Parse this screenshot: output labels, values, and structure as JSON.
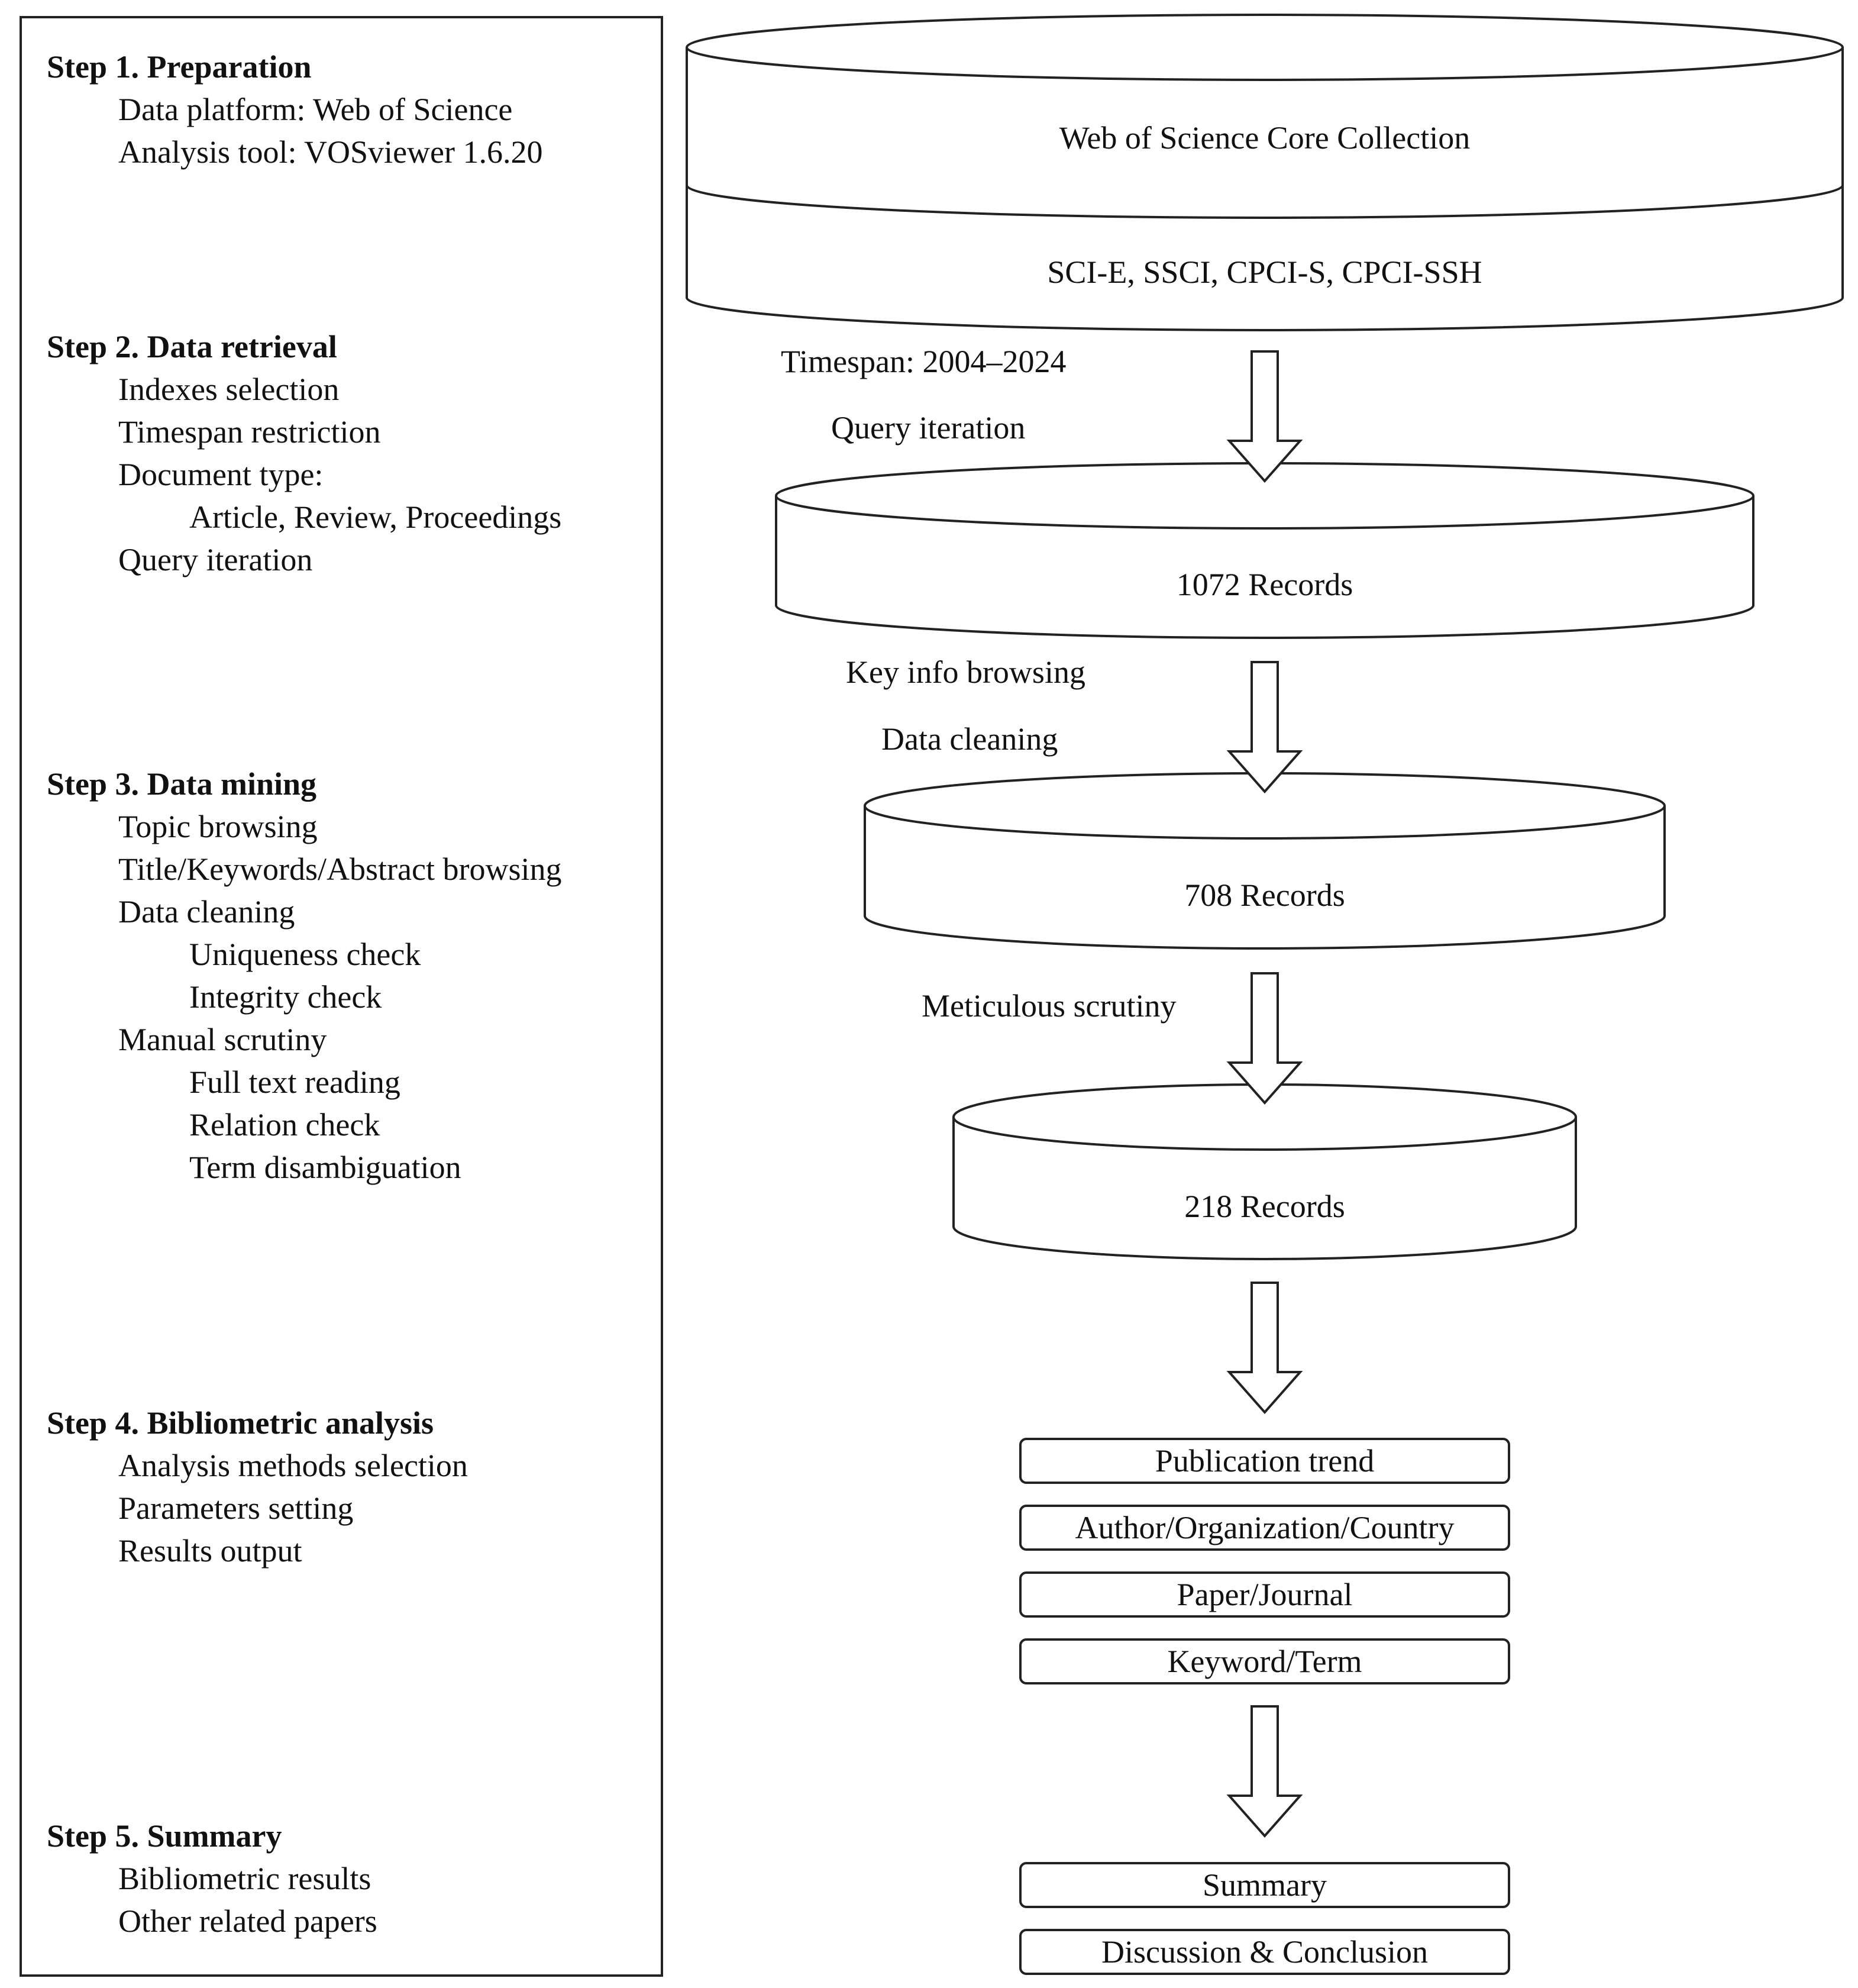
{
  "steps": [
    {
      "title": "Step 1. Preparation",
      "items": [
        {
          "text": "Data platform: Web of Science",
          "level": 1
        },
        {
          "text": "Analysis tool: VOSviewer 1.6.20",
          "level": 1
        }
      ]
    },
    {
      "title": "Step 2. Data retrieval",
      "items": [
        {
          "text": "Indexes selection",
          "level": 1
        },
        {
          "text": "Timespan restriction",
          "level": 1
        },
        {
          "text": "Document type:",
          "level": 1
        },
        {
          "text": "Article, Review, Proceedings",
          "level": 2
        },
        {
          "text": "Query iteration",
          "level": 1
        }
      ]
    },
    {
      "title": "Step 3. Data mining",
      "items": [
        {
          "text": "Topic browsing",
          "level": 1
        },
        {
          "text": "Title/Keywords/Abstract browsing",
          "level": 1
        },
        {
          "text": "Data cleaning",
          "level": 1
        },
        {
          "text": "Uniqueness check",
          "level": 2
        },
        {
          "text": "Integrity check",
          "level": 2
        },
        {
          "text": "Manual scrutiny",
          "level": 1
        },
        {
          "text": "Full text reading",
          "level": 2
        },
        {
          "text": "Relation check",
          "level": 2
        },
        {
          "text": "Term disambiguation",
          "level": 2
        }
      ]
    },
    {
      "title": "Step 4. Bibliometric analysis",
      "items": [
        {
          "text": "Analysis methods selection",
          "level": 1
        },
        {
          "text": "Parameters setting",
          "level": 1
        },
        {
          "text": "Results output",
          "level": 1
        }
      ]
    },
    {
      "title": "Step 5. Summary",
      "items": [
        {
          "text": "Bibliometric results",
          "level": 1
        },
        {
          "text": "Other related papers",
          "level": 1
        }
      ]
    }
  ],
  "database": {
    "top_label": "Web of Science Core Collection",
    "bottom_label": "SCI-E, SSCI, CPCI-S, CPCI-SSH"
  },
  "flow_labels": {
    "timespan": "Timespan: 2004–2024",
    "query_iteration": "Query iteration",
    "key_info_browsing": "Key info browsing",
    "data_cleaning": "Data cleaning",
    "meticulous_scrutiny": "Meticulous scrutiny"
  },
  "record_sets": [
    {
      "label": "1072 Records",
      "count": 1072
    },
    {
      "label": "708 Records",
      "count": 708
    },
    {
      "label": "218 Records",
      "count": 218
    }
  ],
  "analysis_boxes": [
    "Publication trend",
    "Author/Organization/Country",
    "Paper/Journal",
    "Keyword/Term"
  ],
  "summary_boxes": [
    "Summary",
    "Discussion & Conclusion"
  ]
}
